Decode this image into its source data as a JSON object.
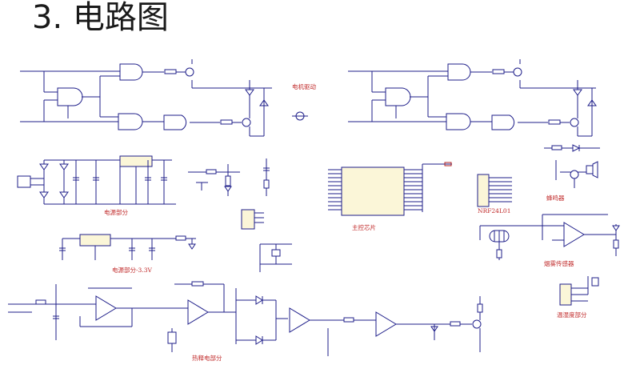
{
  "header": {
    "title": "3. 电路图"
  },
  "diagram": {
    "sections": {
      "motor_drive": "电机驱动",
      "power_supply": "电源部分",
      "power_supply_33v": "电源部分-3.3V",
      "main_chip": "主控芯片",
      "buzzer": "蜂鸣器",
      "smoke_sensor": "烟雾传感器",
      "temp_sensor": "温湿度部分",
      "thermal_circuit": "热释电部分",
      "wireless_module": "NRF24L01"
    },
    "colors": {
      "wire": "#1f1f8a",
      "label": "#c02a2a",
      "chip_fill": "#fbf6d8"
    }
  }
}
